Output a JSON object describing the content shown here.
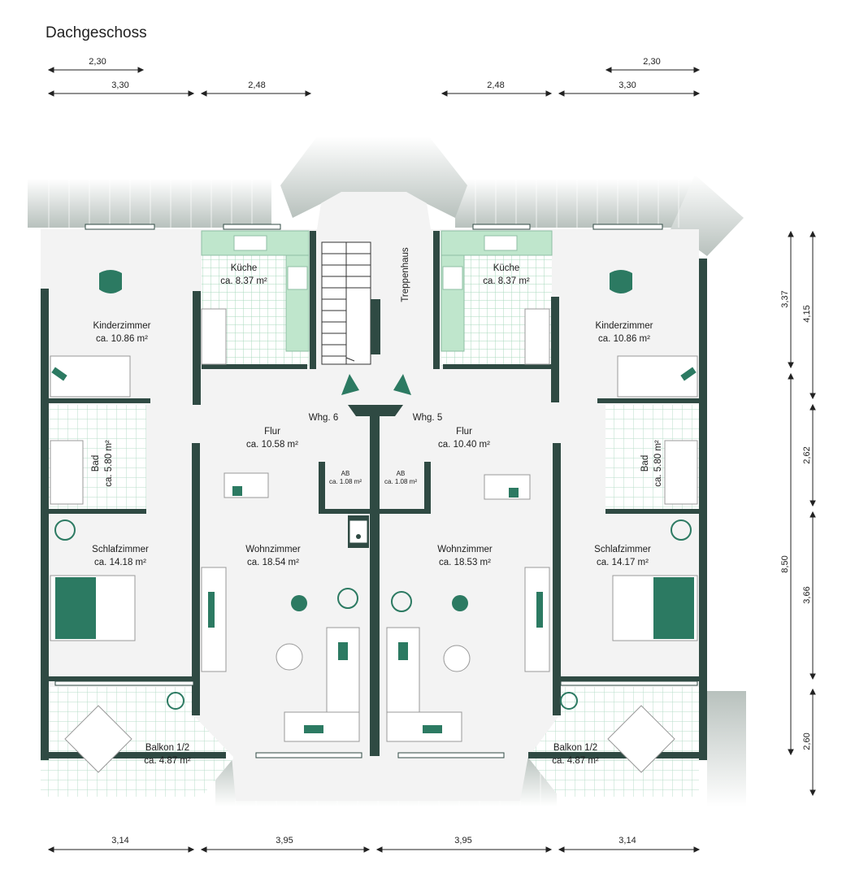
{
  "title": "Dachgeschoss",
  "colors": {
    "wall": "#2f4a43",
    "accent": "#2c7a62",
    "tile": "#bfe6cc",
    "floor": "#f3f3f3",
    "roof": "#c9d0cd"
  },
  "dims_top": [
    "2,30",
    "3,30",
    "2,48",
    "2,48",
    "3,30",
    "2,30"
  ],
  "dims_bottom": [
    "3,14",
    "3,95",
    "3,95",
    "3,14"
  ],
  "dims_right": [
    "3,37",
    "4,15",
    "2,62",
    "8,50",
    "3,66",
    "2,60"
  ],
  "rooms": {
    "kueche_l": {
      "name": "Küche",
      "area": "ca. 8.37 m²"
    },
    "kueche_r": {
      "name": "Küche",
      "area": "ca. 8.37 m²"
    },
    "kinder_l": {
      "name": "Kinderzimmer",
      "area": "ca. 10.86 m²"
    },
    "kinder_r": {
      "name": "Kinderzimmer",
      "area": "ca. 10.86 m²"
    },
    "treppenhaus": {
      "name": "Treppenhaus"
    },
    "whg6": {
      "name": "Whg. 6"
    },
    "whg5": {
      "name": "Whg. 5"
    },
    "flur_l": {
      "name": "Flur",
      "area": "ca. 10.58 m²"
    },
    "flur_r": {
      "name": "Flur",
      "area": "ca. 10.40 m²"
    },
    "bad_l": {
      "name": "Bad",
      "area": "ca. 5.80 m²"
    },
    "bad_r": {
      "name": "Bad",
      "area": "ca. 5.80 m²"
    },
    "ab_l": {
      "name": "AB",
      "area": "ca. 1.08 m²"
    },
    "ab_r": {
      "name": "AB",
      "area": "ca. 1.08 m²"
    },
    "schlaf_l": {
      "name": "Schlafzimmer",
      "area": "ca. 14.18 m²"
    },
    "schlaf_r": {
      "name": "Schlafzimmer",
      "area": "ca. 14.17 m²"
    },
    "wohn_l": {
      "name": "Wohnzimmer",
      "area": "ca. 18.54 m²"
    },
    "wohn_r": {
      "name": "Wohnzimmer",
      "area": "ca. 18.53 m²"
    },
    "balkon_l": {
      "name": "Balkon 1/2",
      "area": "ca. 4.87 m²"
    },
    "balkon_r": {
      "name": "Balkon 1/2",
      "area": "ca. 4.87 m²"
    }
  }
}
